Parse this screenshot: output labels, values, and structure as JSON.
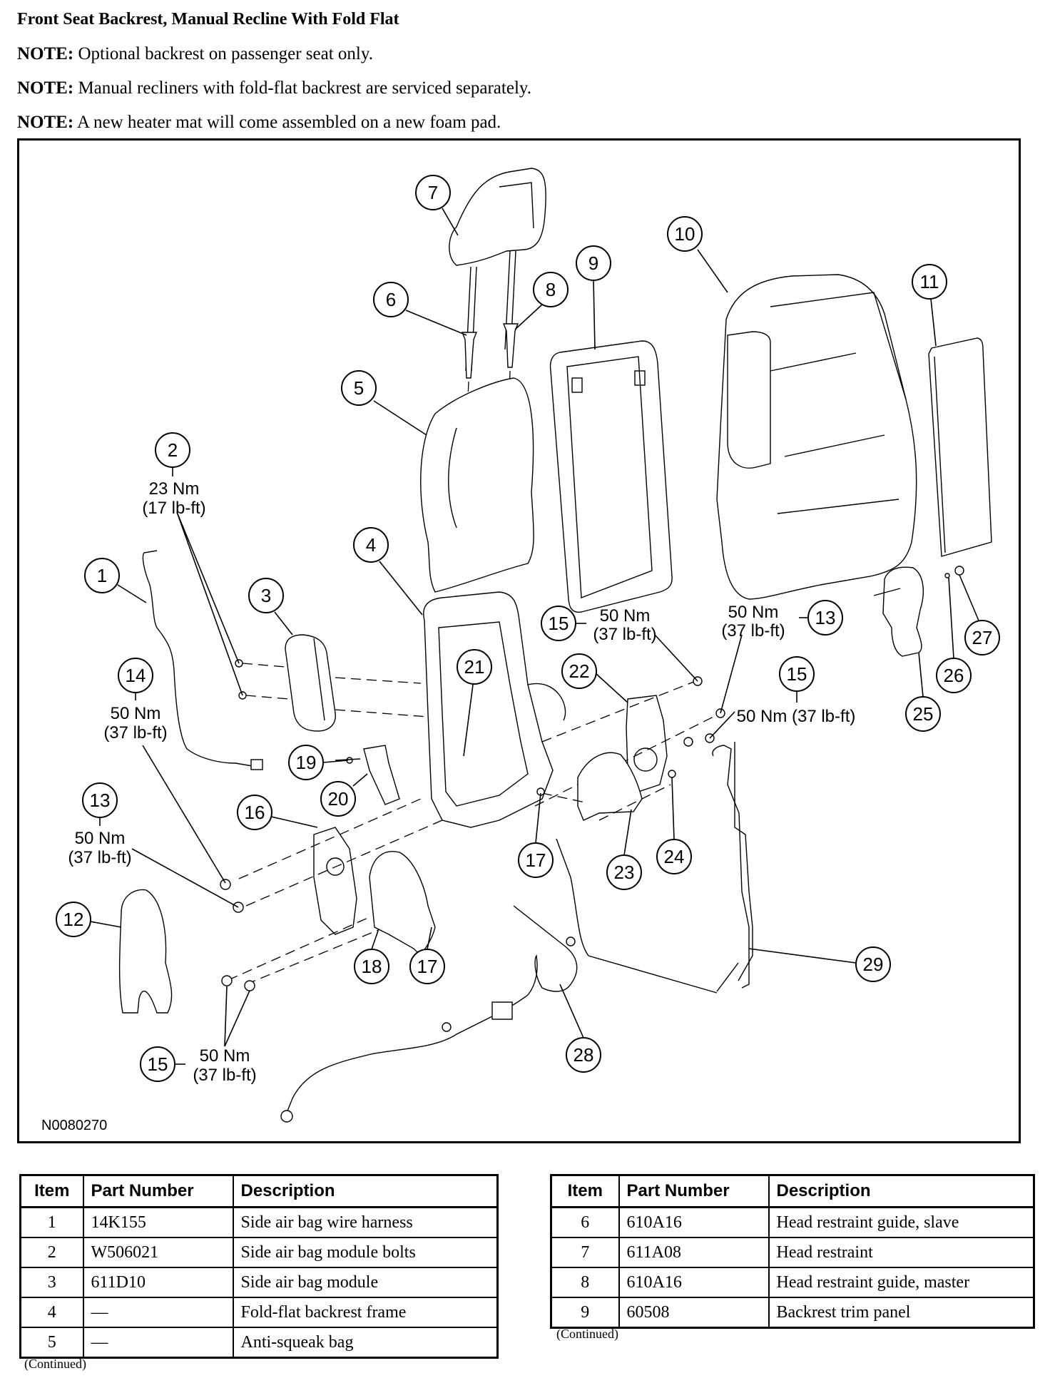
{
  "document": {
    "title": "Front Seat Backrest, Manual Recline With Fold Flat",
    "notes": [
      {
        "label": "NOTE:",
        "text": " Optional backrest on passenger seat only."
      },
      {
        "label": "NOTE:",
        "text": " Manual recliners with fold-flat backrest are serviced separately."
      },
      {
        "label": "NOTE:",
        "text": " A new heater mat will come assembled on a new foam pad."
      }
    ]
  },
  "diagram": {
    "figure_id": "N0080270",
    "callouts": {
      "c1": "1",
      "c2": "2",
      "c3": "3",
      "c4": "4",
      "c5": "5",
      "c6": "6",
      "c7": "7",
      "c8": "8",
      "c9": "9",
      "c10": "10",
      "c11": "11",
      "c12": "12",
      "c13a": "13",
      "c13b": "13",
      "c14": "14",
      "c15a": "15",
      "c15b": "15",
      "c15c": "15",
      "c16": "16",
      "c17a": "17",
      "c17b": "17",
      "c18": "18",
      "c19": "19",
      "c20": "20",
      "c21": "21",
      "c22": "22",
      "c23": "23",
      "c24": "24",
      "c25": "25",
      "c26": "26",
      "c27": "27",
      "c28": "28",
      "c29": "29"
    },
    "torques": {
      "t2_nm": "23 Nm",
      "t2_lbft": "(17 lb-ft)",
      "t14_nm": "50 Nm",
      "t14_lbft": "(37 lb-ft)",
      "t13a_nm": "50 Nm",
      "t13a_lbft": "(37 lb-ft)",
      "t13b_nm": "50 Nm",
      "t13b_lbft": "(37 lb-ft)",
      "t15a_nm": "50 Nm",
      "t15a_lbft": "(37 lb-ft)",
      "t15b_inline": "50 Nm (37 lb-ft)",
      "t15c_nm": "50 Nm",
      "t15c_lbft": "(37 lb-ft)"
    }
  },
  "tables": {
    "headers": {
      "item": "Item",
      "part_number": "Part Number",
      "description": "Description"
    },
    "left": {
      "rows": [
        {
          "item": "1",
          "part_number": "14K155",
          "description": "Side air bag wire harness"
        },
        {
          "item": "2",
          "part_number": "W506021",
          "description": "Side air bag module bolts"
        },
        {
          "item": "3",
          "part_number": "611D10",
          "description": "Side air bag module"
        },
        {
          "item": "4",
          "part_number": "—",
          "description": "Fold-flat backrest frame"
        },
        {
          "item": "5",
          "part_number": "—",
          "description": "Anti-squeak bag"
        }
      ],
      "continued": "(Continued)"
    },
    "right": {
      "rows": [
        {
          "item": "6",
          "part_number": "610A16",
          "description": "Head restraint guide, slave"
        },
        {
          "item": "7",
          "part_number": "611A08",
          "description": "Head restraint"
        },
        {
          "item": "8",
          "part_number": "610A16",
          "description": "Head restraint guide, master"
        },
        {
          "item": "9",
          "part_number": "60508",
          "description": "Backrest trim panel"
        }
      ],
      "continued": "(Continued)"
    }
  }
}
